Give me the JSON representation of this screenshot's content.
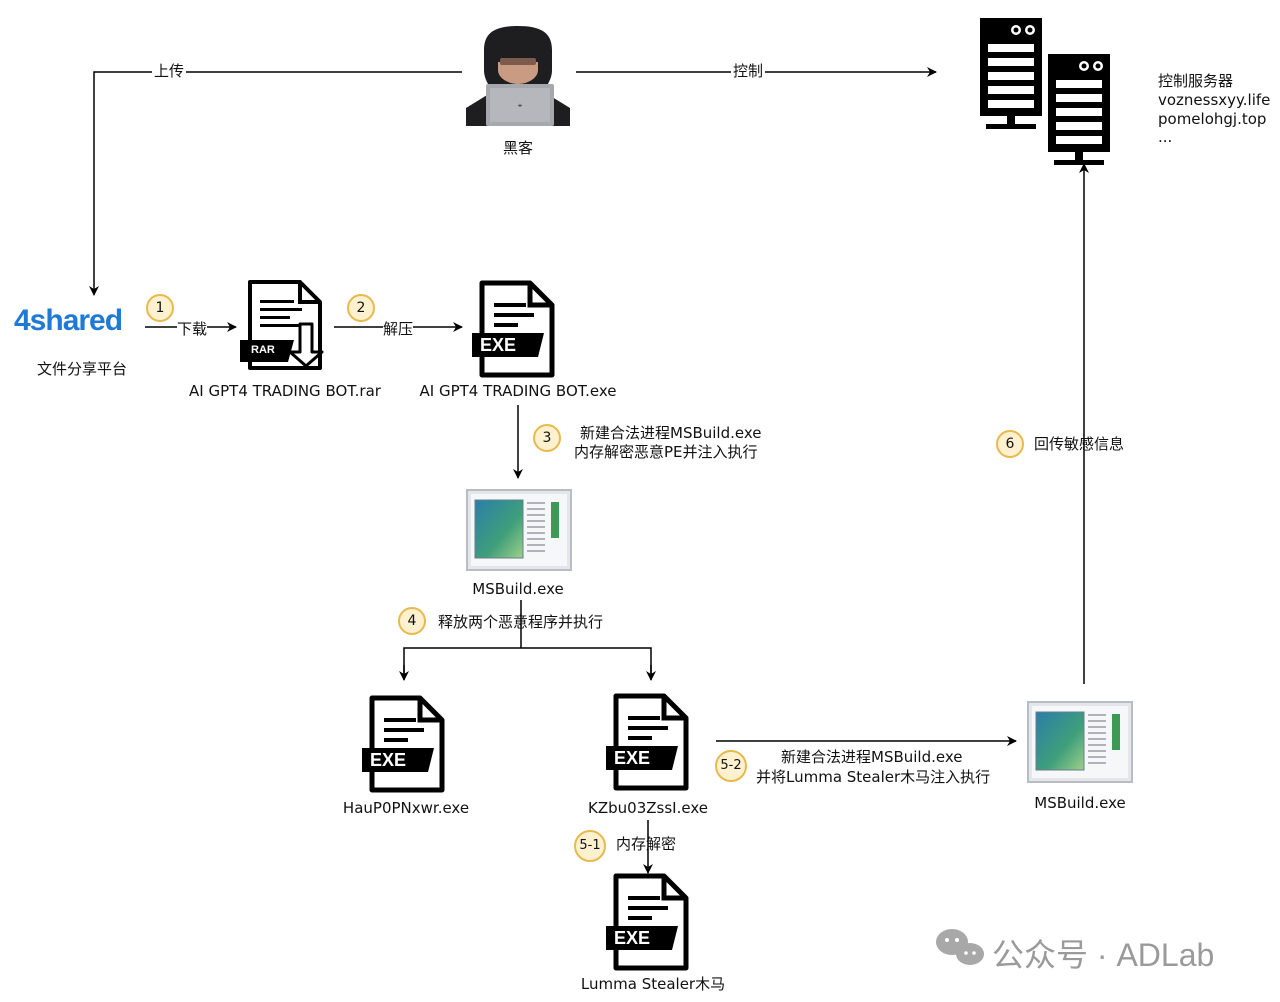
{
  "hacker": {
    "label": "黑客"
  },
  "upload_label": "上传",
  "control_label": "控制",
  "share": {
    "logo": "4shared",
    "label": "文件分享平台"
  },
  "download_label": "下载",
  "extract_label": "解压",
  "rar_file": {
    "badge": "RAR",
    "name": "AI GPT4 TRADING BOT.rar"
  },
  "exe_file": {
    "badge": "EXE",
    "name": "AI GPT4 TRADING BOT.exe"
  },
  "c2": {
    "title": "控制服务器",
    "domains": [
      "voznessxyy.life",
      "pomelohgj.top",
      "..."
    ]
  },
  "steps": {
    "s1": "1",
    "s2": "2",
    "s3": "3",
    "s4": "4",
    "s5_1": "5-1",
    "s5_2": "5-2",
    "s6": "6"
  },
  "step3": {
    "line1": "新建合法进程MSBuild.exe",
    "line2": "内存解密恶意PE并注入执行"
  },
  "msbuild1": {
    "name": "MSBuild.exe"
  },
  "step4": {
    "text": "释放两个恶意程序并执行"
  },
  "haup": {
    "badge": "EXE",
    "name": "HauP0PNxwr.exe"
  },
  "kzbu": {
    "badge": "EXE",
    "name": "KZbu03ZssI.exe"
  },
  "step5_1": {
    "text": "内存解密"
  },
  "lumma": {
    "badge": "EXE",
    "name": "Lumma Stealer木马"
  },
  "step5_2": {
    "line1": "新建合法进程MSBuild.exe",
    "line2": "并将Lumma Stealer木马注入执行"
  },
  "msbuild2": {
    "name": "MSBuild.exe"
  },
  "step6": {
    "text": "回传敏感信息"
  },
  "watermark": {
    "text": "公众号 · ADLab"
  }
}
